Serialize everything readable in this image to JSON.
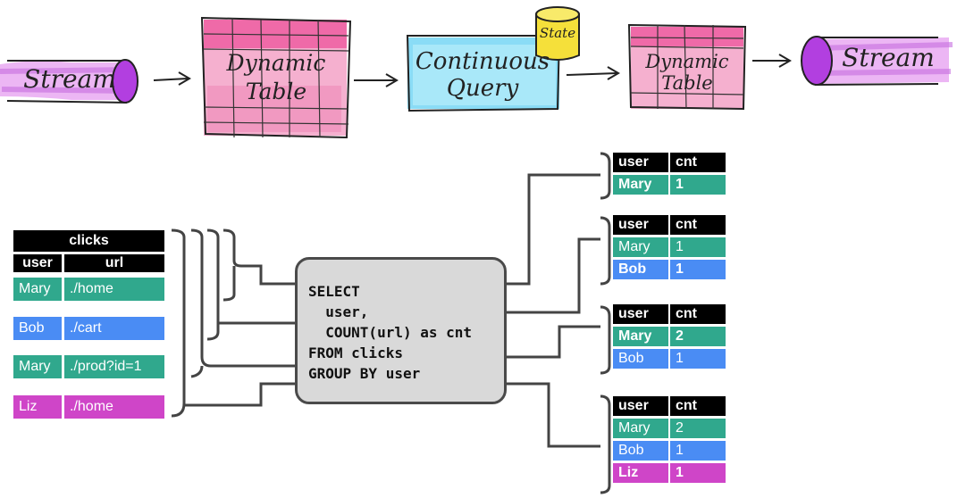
{
  "pipeline": {
    "stream_in": "Stream",
    "dynamic_table_in": [
      "Dynamic",
      "Table"
    ],
    "continuous_query": [
      "Continuous",
      "Query"
    ],
    "state": "State",
    "dynamic_table_out": [
      "Dynamic",
      "Table"
    ],
    "stream_out": "Stream"
  },
  "input_table": {
    "caption": "clicks",
    "headers": [
      "user",
      "url"
    ],
    "rows": [
      {
        "user": "Mary",
        "url": "./home",
        "color": "#30a88d"
      },
      {
        "user": "Bob",
        "url": "./cart",
        "color": "#4a8cf4"
      },
      {
        "user": "Mary",
        "url": "./prod?id=1",
        "color": "#30a88d"
      },
      {
        "user": "Liz",
        "url": "./home",
        "color": "#cf45c8"
      }
    ]
  },
  "query": {
    "lines": [
      "SELECT",
      "  user,",
      "  COUNT(url) as cnt",
      "FROM clicks",
      "GROUP BY user"
    ]
  },
  "result_tables": [
    {
      "headers": [
        "user",
        "cnt"
      ],
      "rows": [
        {
          "user": "Mary",
          "cnt": "1",
          "color": "#30a88d",
          "changed": true
        }
      ]
    },
    {
      "headers": [
        "user",
        "cnt"
      ],
      "rows": [
        {
          "user": "Mary",
          "cnt": "1",
          "color": "#30a88d",
          "changed": false
        },
        {
          "user": "Bob",
          "cnt": "1",
          "color": "#4a8cf4",
          "changed": true
        }
      ]
    },
    {
      "headers": [
        "user",
        "cnt"
      ],
      "rows": [
        {
          "user": "Mary",
          "cnt": "2",
          "color": "#30a88d",
          "changed": true
        },
        {
          "user": "Bob",
          "cnt": "1",
          "color": "#4a8cf4",
          "changed": false
        }
      ]
    },
    {
      "headers": [
        "user",
        "cnt"
      ],
      "rows": [
        {
          "user": "Mary",
          "cnt": "2",
          "color": "#30a88d",
          "changed": false
        },
        {
          "user": "Bob",
          "cnt": "1",
          "color": "#4a8cf4",
          "changed": false
        },
        {
          "user": "Liz",
          "cnt": "1",
          "color": "#cf45c8",
          "changed": true
        }
      ]
    }
  ],
  "colors": {
    "teal": "#30a88d",
    "blue": "#4a8cf4",
    "magenta": "#cf45c8",
    "pink_table": "#ef6aa8",
    "query_blue": "#7fd6f5",
    "state_yellow": "#f5e03a",
    "stream_purple": "#b23fe0"
  }
}
